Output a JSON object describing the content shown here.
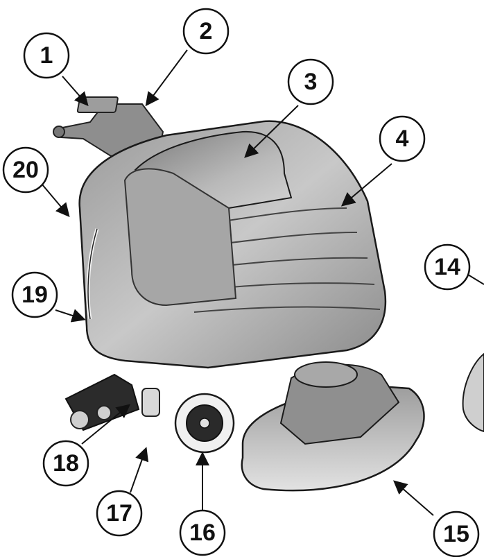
{
  "figure": {
    "subject": "floor-scrubber-machine",
    "callouts": [
      {
        "id": "c1",
        "label": "1"
      },
      {
        "id": "c2",
        "label": "2"
      },
      {
        "id": "c3",
        "label": "3"
      },
      {
        "id": "c4",
        "label": "4"
      },
      {
        "id": "c14",
        "label": "14"
      },
      {
        "id": "c15",
        "label": "15"
      },
      {
        "id": "c16",
        "label": "16"
      },
      {
        "id": "c17",
        "label": "17"
      },
      {
        "id": "c18",
        "label": "18"
      },
      {
        "id": "c19",
        "label": "19"
      },
      {
        "id": "c20",
        "label": "20"
      }
    ]
  }
}
